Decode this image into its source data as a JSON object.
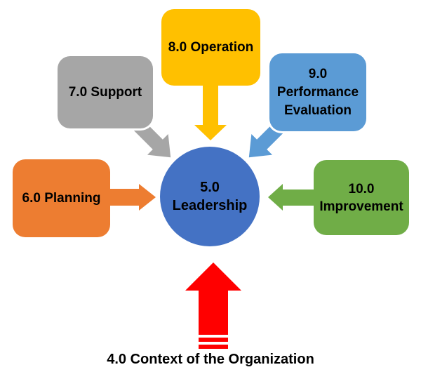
{
  "background": "#FFFFFF",
  "text_color": "#000000",
  "diagram_type": "hub-and-spoke process diagram",
  "nodes": {
    "operation": {
      "label": "8.0 Operation",
      "color": "#FFC000",
      "shape": "rounded-rect",
      "position": "top"
    },
    "support": {
      "label": "7.0 Support",
      "color": "#A6A6A6",
      "shape": "rounded-rect",
      "position": "top-left"
    },
    "performance": {
      "label": "9.0\nPerformance\nEvaluation",
      "color": "#5B9BD5",
      "shape": "rounded-rect",
      "position": "top-right"
    },
    "planning": {
      "label": "6.0 Planning",
      "color": "#ED7D31",
      "shape": "rounded-rect",
      "position": "left"
    },
    "improvement": {
      "label": "10.0\nImprovement",
      "color": "#70AD47",
      "shape": "rounded-rect",
      "position": "right"
    },
    "leadership": {
      "label": "5.0\nLeadership",
      "color": "#4472C4",
      "shape": "circle",
      "position": "center"
    },
    "context": {
      "label": "4.0 Context of the Organization",
      "color": "#FF0000",
      "shape": "up-arrow",
      "position": "bottom"
    }
  }
}
